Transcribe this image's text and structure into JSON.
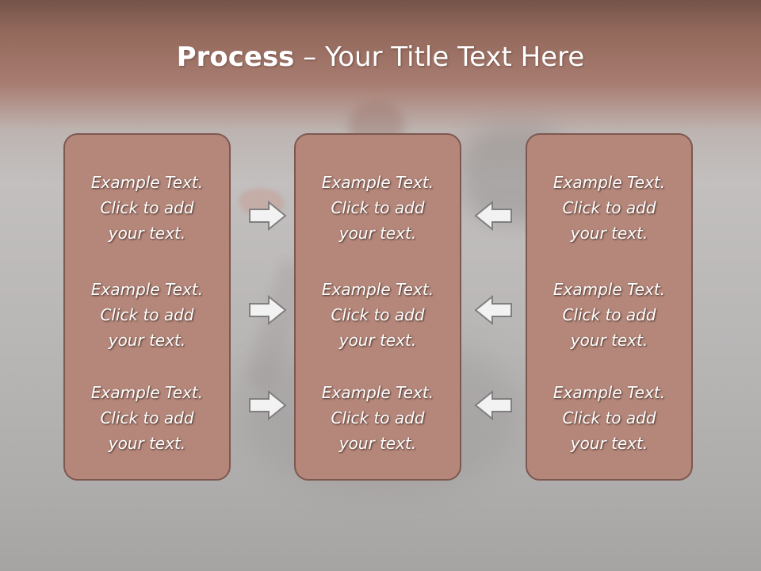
{
  "slide": {
    "title_bold": "Process",
    "title_rest": " – Your Title Text Here"
  },
  "columns": [
    {
      "blocks": [
        {
          "line1": "Example Text.",
          "line2": "Click  to add",
          "line3": "your text."
        },
        {
          "line1": "Example Text.",
          "line2": "Click  to add",
          "line3": "your text."
        },
        {
          "line1": "Example Text.",
          "line2": "Click  to add",
          "line3": "your text."
        }
      ]
    },
    {
      "blocks": [
        {
          "line1": "Example Text.",
          "line2": "Click  to add",
          "line3": "your text."
        },
        {
          "line1": "Example Text.",
          "line2": "Click  to add",
          "line3": "your text."
        },
        {
          "line1": "Example Text.",
          "line2": "Click  to add",
          "line3": "your text."
        }
      ]
    },
    {
      "blocks": [
        {
          "line1": "Example Text.",
          "line2": "Click  to add",
          "line3": "your text."
        },
        {
          "line1": "Example Text.",
          "line2": "Click  to add",
          "line3": "your text."
        },
        {
          "line1": "Example Text.",
          "line2": "Click  to add",
          "line3": "your text."
        }
      ]
    }
  ],
  "arrows": {
    "left_to_middle": "arrow-right-icon",
    "right_to_middle": "arrow-left-icon"
  },
  "colors": {
    "box_fill": "#b5877a",
    "box_border": "#7d5850",
    "header_band": "#a87c70",
    "arrow_fill": "#f2f2f2",
    "arrow_stroke": "#7f7f7f"
  }
}
